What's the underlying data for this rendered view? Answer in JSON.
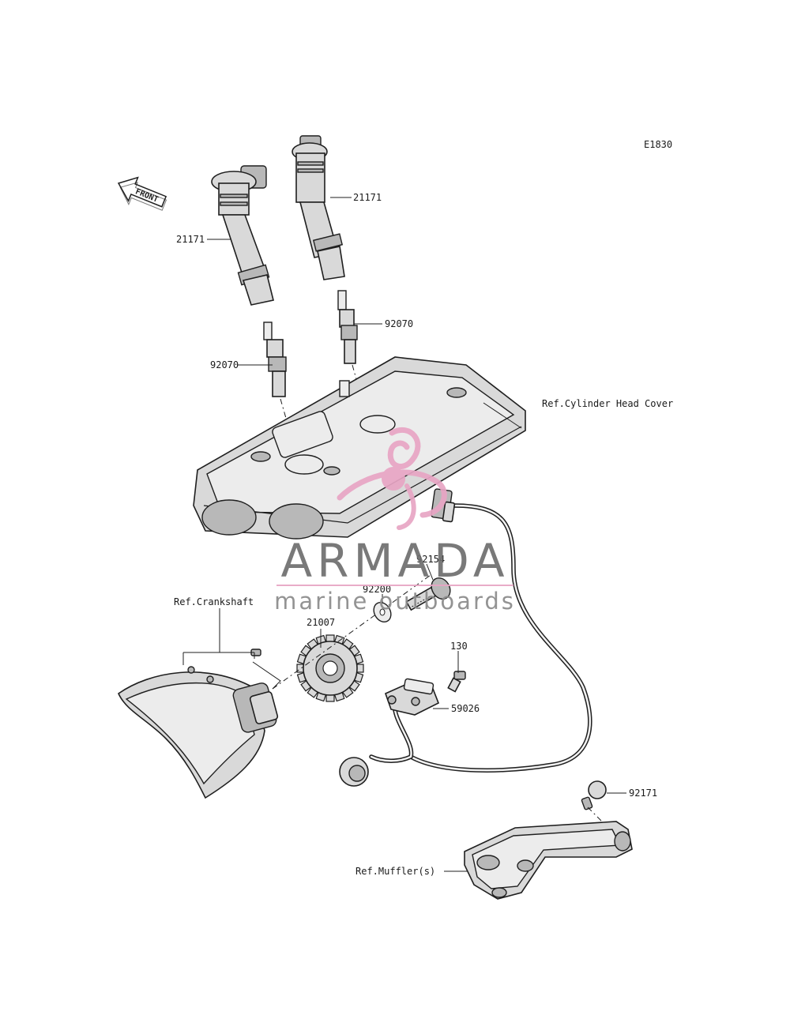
{
  "diagram_code": "E1830",
  "front_label": "FRONT",
  "labels": {
    "coil_left": "21171",
    "coil_right": "21171",
    "plug_left": "92070",
    "plug_right": "92070",
    "head_cover_ref": "Ref.Cylinder Head Cover",
    "crankshaft_ref": "Ref.Crankshaft",
    "rotor": "21007",
    "washer": "92200",
    "bolt": "92154",
    "sensor_bolt": "130",
    "sensor": "59026",
    "clamp": "92171",
    "muffler_ref": "Ref.Muffler(s)"
  },
  "watermark": {
    "brand": "ARMADA",
    "tagline": "marine outboards",
    "accent_color": "#e8a5c4",
    "text_color": "#6e6e6e"
  }
}
